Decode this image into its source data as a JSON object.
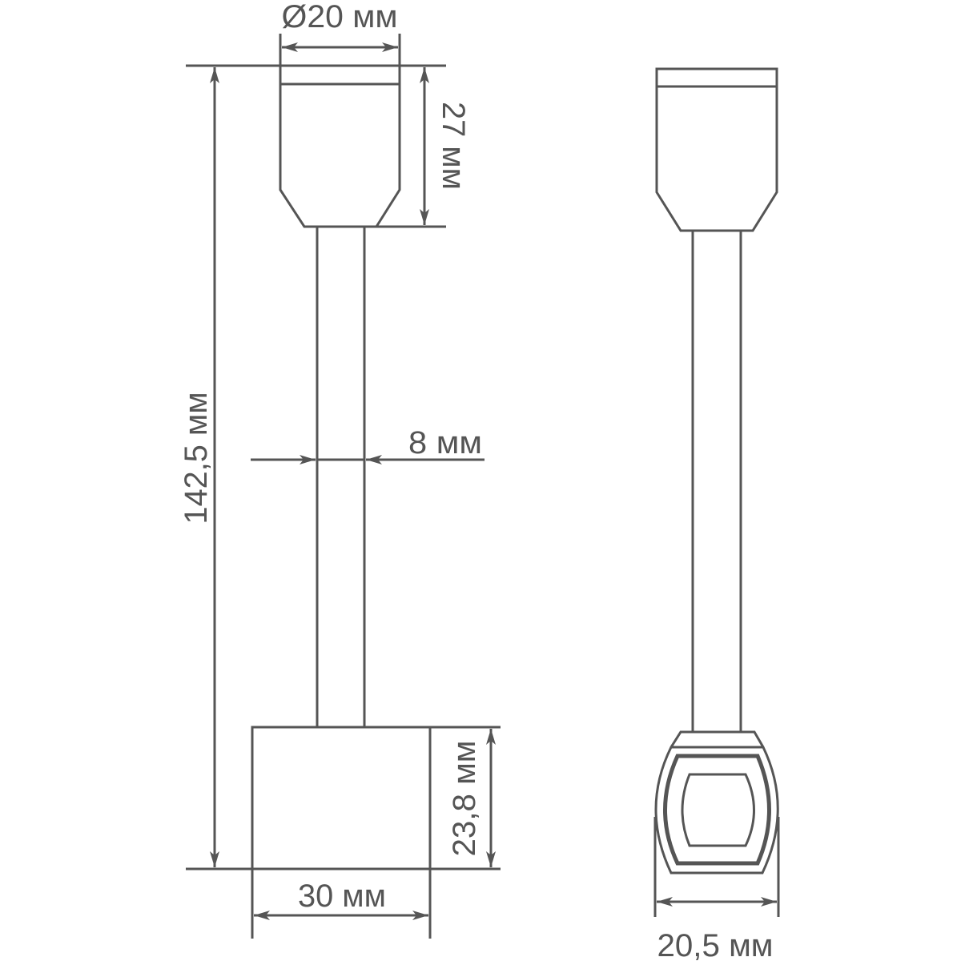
{
  "dimensions": {
    "head_diameter": "Ø20 мм",
    "head_height": "27 мм",
    "total_height": "142,5 мм",
    "stem_width": "8 мм",
    "base_height": "23,8 мм",
    "base_width": "30 мм",
    "side_width": "20,5 мм"
  },
  "colors": {
    "line": "#555555",
    "background": "#ffffff"
  }
}
